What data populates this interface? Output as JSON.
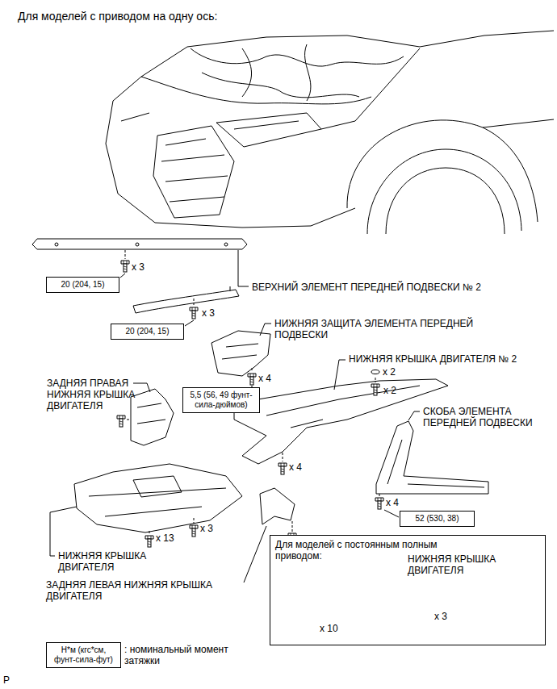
{
  "diagram": {
    "title": "Для моделей с приводом на одну ось:",
    "nodes": [
      {
        "text": [
          "20 (204, 15)"
        ]
      },
      {
        "text": [
          "20 (204, 15)"
        ]
      },
      {
        "text": [
          "5,5 (56, 49 фунт-сила-дюймов)"
        ]
      },
      {
        "text": [
          "52 (530, 38)"
        ]
      },
      {
        "text": [
          "Для моделей с постоянным полным приводом:"
        ]
      },
      {
        "text": [
          "Н*м (кгс*см, фунт-сила-фут)"
        ]
      }
    ],
    "labels": [
      "ВЕРХНИЙ ЭЛЕМЕНТ ПЕРЕДНЕЙ ПОДВЕСКИ № 2",
      "x 3",
      "x 3",
      "НИЖНЯЯ ЗАЩИТА ЭЛЕМЕНТА ПЕРЕДНЕЙ ПОДВЕСКИ",
      "НИЖНЯЯ КРЫШКА ДВИГАТЕЛЯ № 2",
      "x 2",
      "ЗАДНЯЯ ПРАВАЯ НИЖНЯЯ КРЫШКА ДВИГАТЕЛЯ",
      "x 4",
      "x 2",
      "СКОБА ЭЛЕМЕНТА ПЕРЕДНЕЙ ПОДВЕСКИ",
      "x 4",
      "x 4",
      "x 13",
      "x 3",
      "НИЖНЯЯ КРЫШКА ДВИГАТЕЛЯ",
      "ЗАДНЯЯ ЛЕВАЯ НИЖНЯЯ КРЫШКА ДВИГАТЕЛЯ",
      "НИЖНЯЯ КРЫШКА ДВИГАТЕЛЯ",
      "x 3",
      "x 10",
      ": номинальный момент затяжки",
      "P"
    ]
  }
}
